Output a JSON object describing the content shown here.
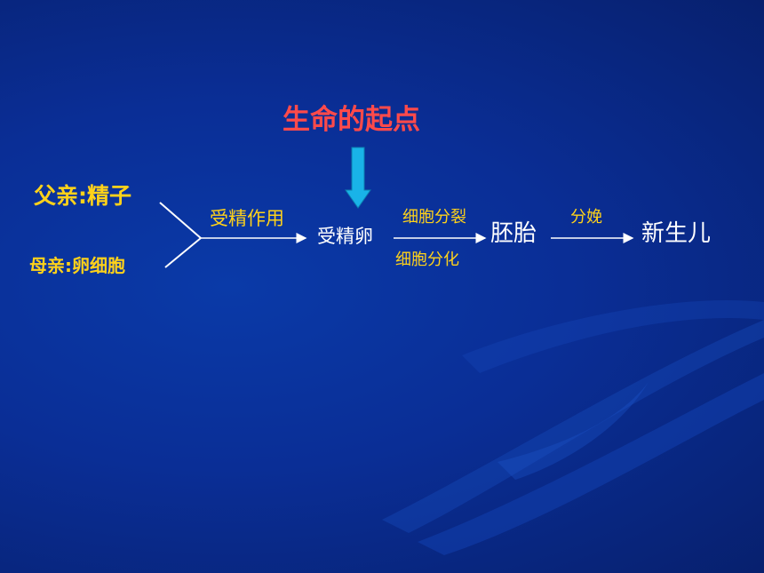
{
  "title": "生命的起点",
  "father_label": "父亲:精子",
  "mother_label": "母亲:卵细胞",
  "fertilization_label": "受精作用",
  "zygote_label": "受精卵",
  "cell_division_label": "细胞分裂",
  "cell_differentiation_label": "细胞分化",
  "embryo_label": "胚胎",
  "birth_label": "分娩",
  "newborn_label": "新生儿",
  "colors": {
    "background": "#0a2e96",
    "title": "#ff4a4a",
    "yellow_text": "#ffd21a",
    "white_text": "#ffffff",
    "arrow_fill": "#19b3e8"
  }
}
